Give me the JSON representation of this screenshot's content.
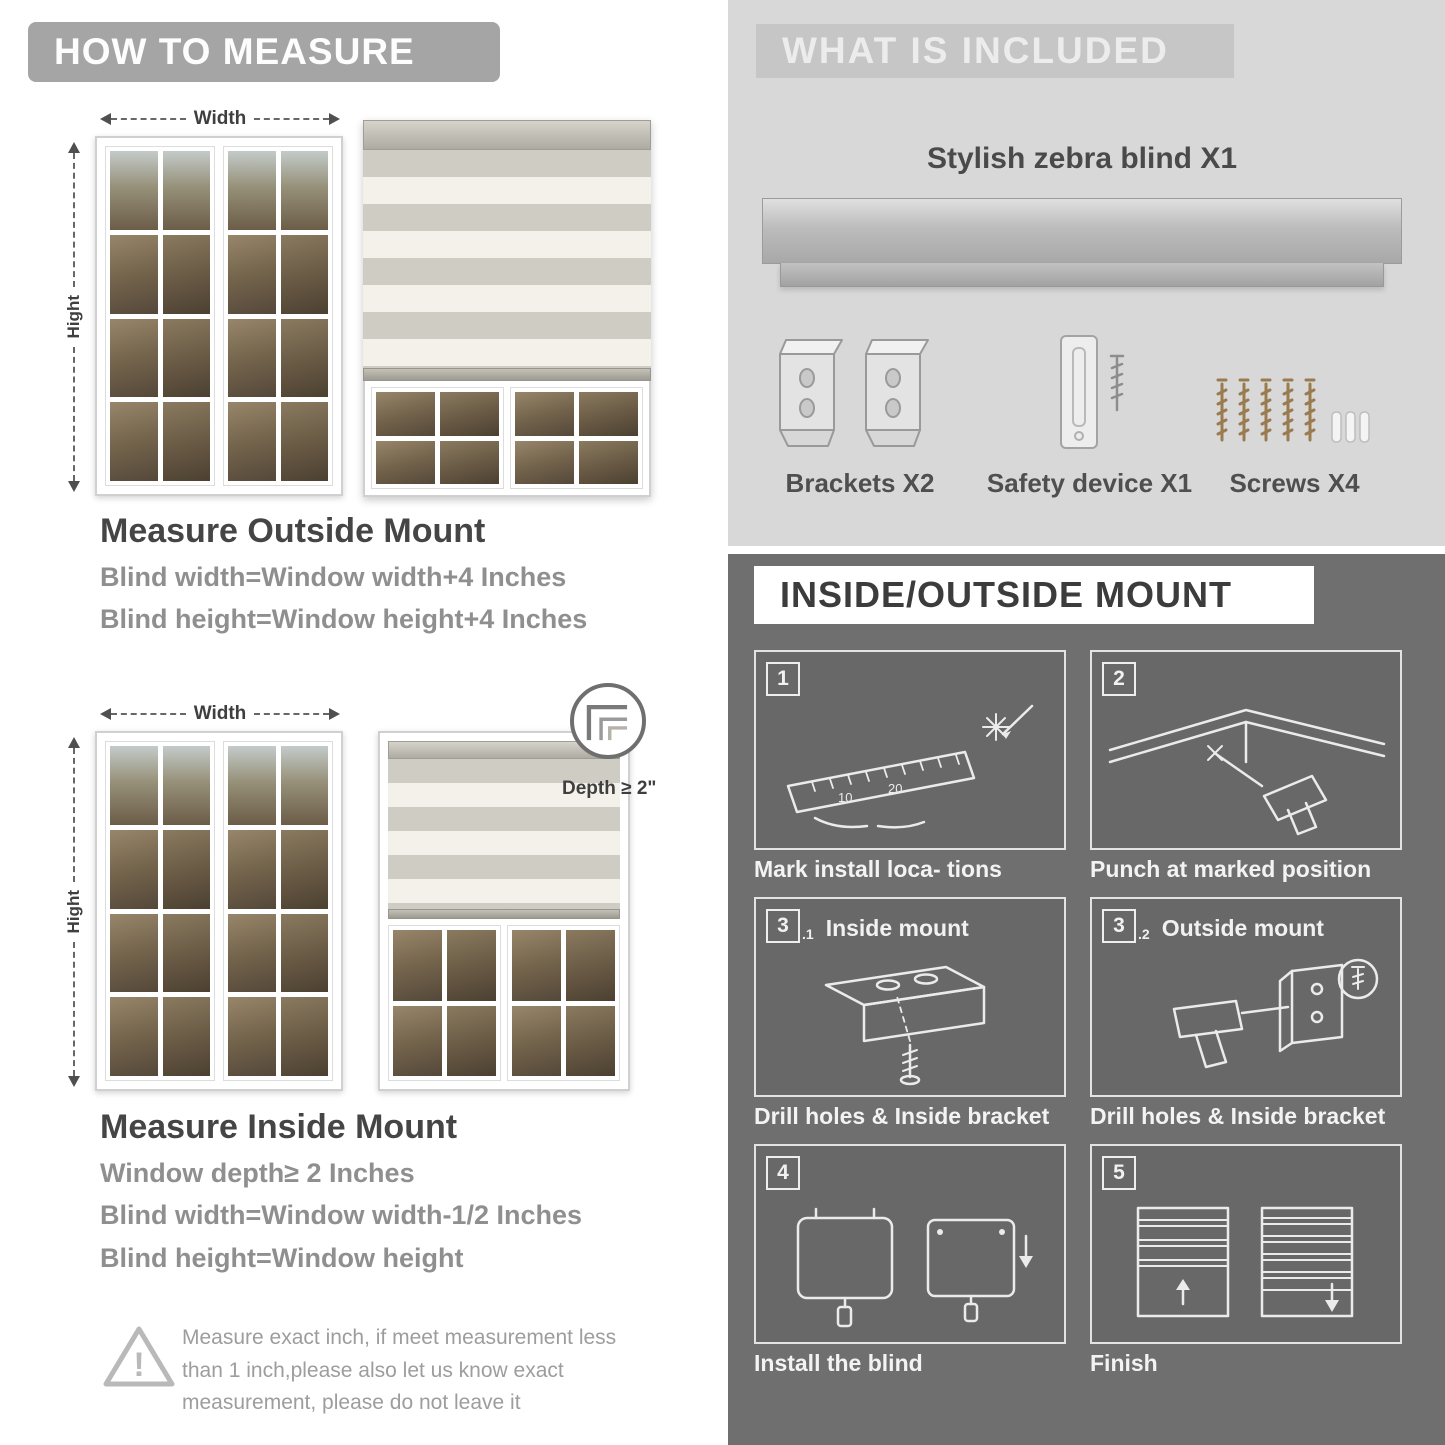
{
  "left": {
    "header": "HOW TO MEASURE",
    "width_label": "Width",
    "height_label": "Hight",
    "outside": {
      "title": "Measure Outside Mount",
      "line1": "Blind width=Window width+4 Inches",
      "line2": "Blind height=Window height+4 Inches"
    },
    "inside": {
      "depth_callout": "Depth ≥ 2\"",
      "title": "Measure Inside Mount",
      "line1": "Window depth≥ 2 Inches",
      "line2": "Blind width=Window width-1/2 Inches",
      "line3": "Blind height=Window height"
    },
    "warning": {
      "mark": "!",
      "text": "Measure exact inch, if meet measurement less than 1 inch,please also let us know exact measurement, please do not leave it"
    }
  },
  "right": {
    "included": {
      "header": "WHAT IS INCLUDED",
      "product_label": "Stylish zebra blind X1",
      "items": [
        {
          "label": "Brackets X2"
        },
        {
          "label": "Safety device X1"
        },
        {
          "label": "Screws X4"
        }
      ]
    },
    "mount": {
      "header": "INSIDE/OUTSIDE MOUNT",
      "ruler_marks": [
        "10",
        "20"
      ],
      "steps": [
        {
          "num": "1",
          "sub": "",
          "label": "",
          "caption": "Mark install loca- tions"
        },
        {
          "num": "2",
          "sub": "",
          "label": "",
          "caption": "Punch at  marked position"
        },
        {
          "num": "3",
          "sub": ".1",
          "label": "Inside mount",
          "caption": "Drill holes &  Inside bracket"
        },
        {
          "num": "3",
          "sub": ".2",
          "label": "Outside mount",
          "caption": "Drill holes &  Inside bracket"
        },
        {
          "num": "4",
          "sub": "",
          "label": "",
          "caption": "Install the blind"
        },
        {
          "num": "5",
          "sub": "",
          "label": "",
          "caption": "Finish"
        }
      ]
    }
  },
  "colors": {
    "left_banner": "#a5a5a5",
    "included_bg": "#d8d8d8",
    "included_banner": "#c6c6c6",
    "mount_bg": "#6f6f6f",
    "stripe_gray": "#cfccc3",
    "stripe_light": "#f4f1ea"
  }
}
